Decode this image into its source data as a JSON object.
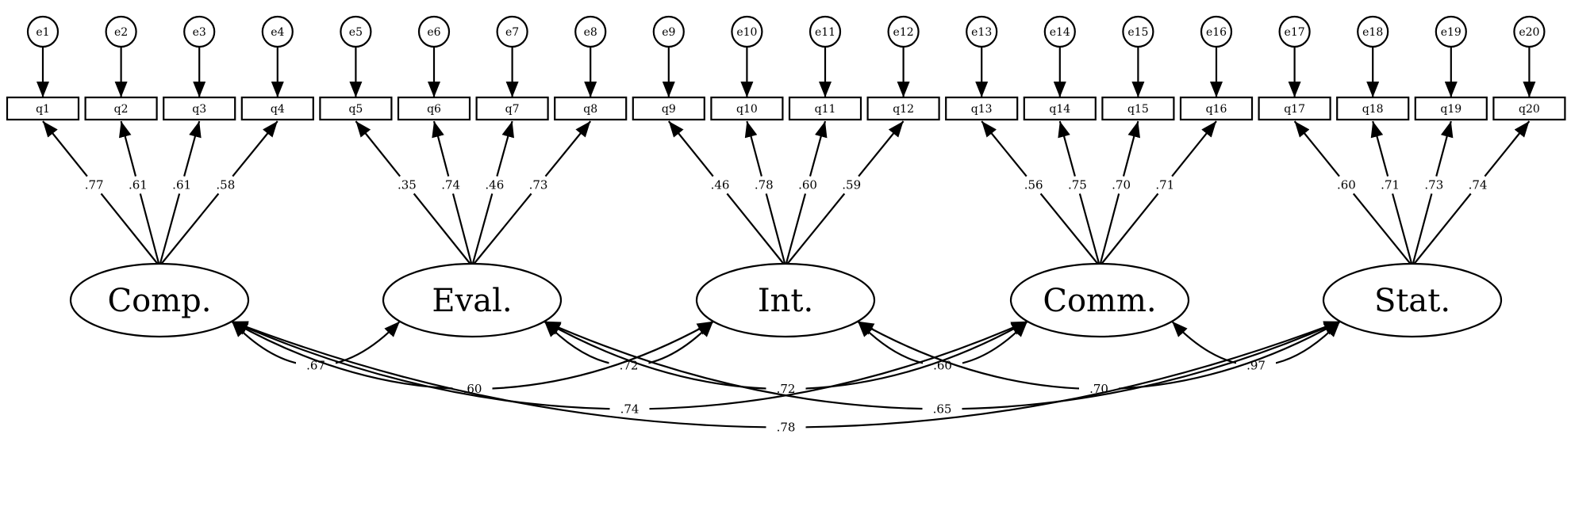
{
  "errors": [
    "e1",
    "e2",
    "e3",
    "e4",
    "e5",
    "e6",
    "e7",
    "e8",
    "e9",
    "e10",
    "e11",
    "e12",
    "e13",
    "e14",
    "e15",
    "e16",
    "e17",
    "e18",
    "e19",
    "e20"
  ],
  "items": [
    "q1",
    "q2",
    "q3",
    "q4",
    "q5",
    "q6",
    "q7",
    "q8",
    "q9",
    "q10",
    "q11",
    "q12",
    "q13",
    "q14",
    "q15",
    "q16",
    "q17",
    "q18",
    "q19",
    "q20"
  ],
  "factors": [
    {
      "label": "Comp.",
      "loadings": [
        ".77",
        ".61",
        ".61",
        ".58"
      ]
    },
    {
      "label": "Eval.",
      "loadings": [
        ".35",
        ".74",
        ".46",
        ".73"
      ]
    },
    {
      "label": "Int.",
      "loadings": [
        ".46",
        ".78",
        ".60",
        ".59"
      ]
    },
    {
      "label": "Comm.",
      "loadings": [
        ".56",
        ".75",
        ".70",
        ".71"
      ]
    },
    {
      "label": "Stat.",
      "loadings": [
        ".60",
        ".71",
        ".73",
        ".74"
      ]
    }
  ],
  "correlations": [
    {
      "from": 0,
      "to": 1,
      "value": ".67"
    },
    {
      "from": 1,
      "to": 2,
      "value": ".72"
    },
    {
      "from": 2,
      "to": 3,
      "value": ".60"
    },
    {
      "from": 3,
      "to": 4,
      "value": ".97"
    },
    {
      "from": 0,
      "to": 2,
      "value": ".60"
    },
    {
      "from": 1,
      "to": 3,
      "value": ".72"
    },
    {
      "from": 2,
      "to": 4,
      "value": ".70"
    },
    {
      "from": 0,
      "to": 3,
      "value": ".74"
    },
    {
      "from": 1,
      "to": 4,
      "value": ".65"
    },
    {
      "from": 0,
      "to": 4,
      "value": ".78"
    }
  ]
}
